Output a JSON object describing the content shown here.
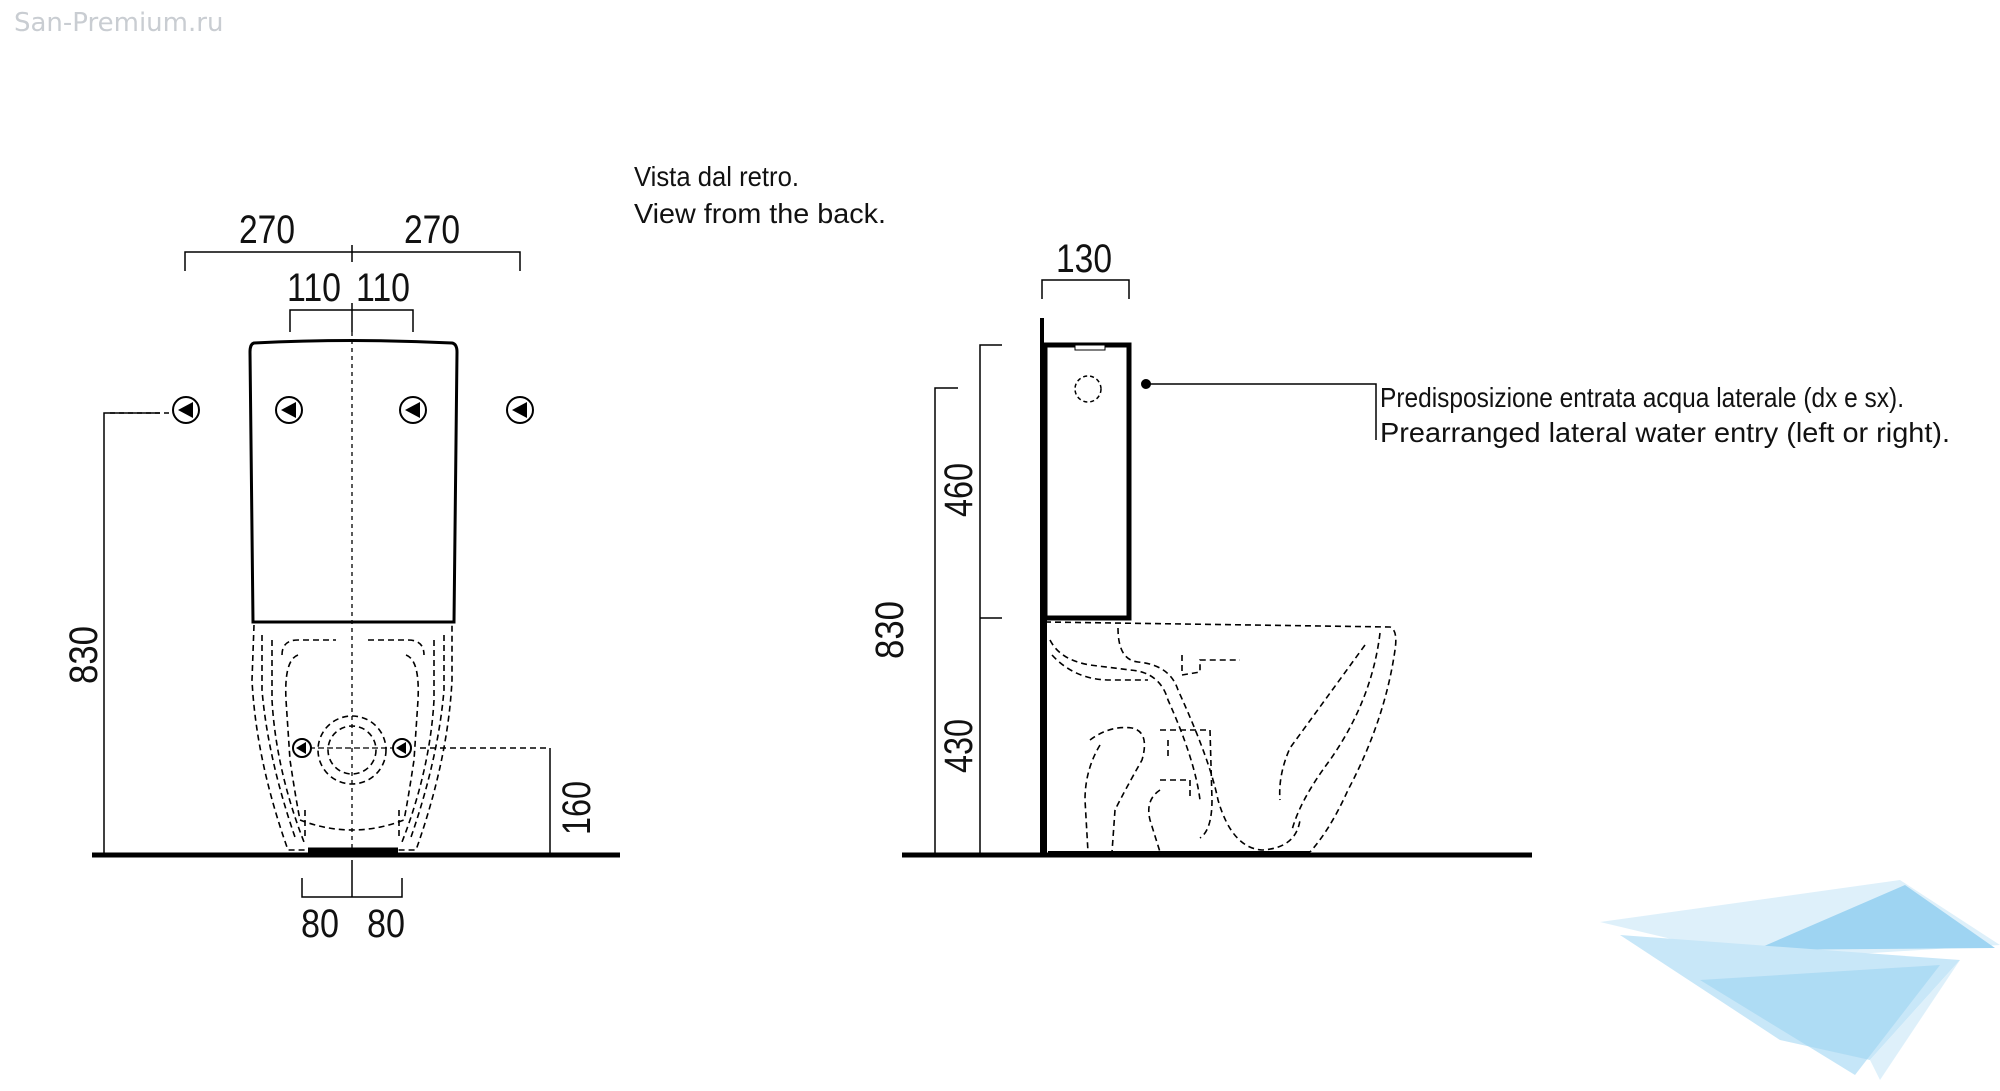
{
  "watermark": {
    "text": "San-Premium.ru",
    "color": "#c9cdd2"
  },
  "back_view": {
    "caption_it": "Vista dal retro.",
    "caption_en": "View from the back.",
    "dims": {
      "top_left": "270",
      "top_right": "270",
      "inner_left": "110",
      "inner_right": "110",
      "height": "830",
      "drain_height": "160",
      "bottom_left": "80",
      "bottom_right": "80"
    }
  },
  "side_view": {
    "dims": {
      "depth": "130",
      "total_height": "830",
      "tank_height": "460",
      "bowl_height": "430"
    },
    "note_it": "Predisposizione entrata acqua laterale (dx e sx).",
    "note_en": "Prearranged lateral water entry (left or right)."
  },
  "logo": {
    "name": "bathtub-logo",
    "colors": [
      "#bfe3f7",
      "#8ecdf0",
      "#d9eefa"
    ]
  }
}
